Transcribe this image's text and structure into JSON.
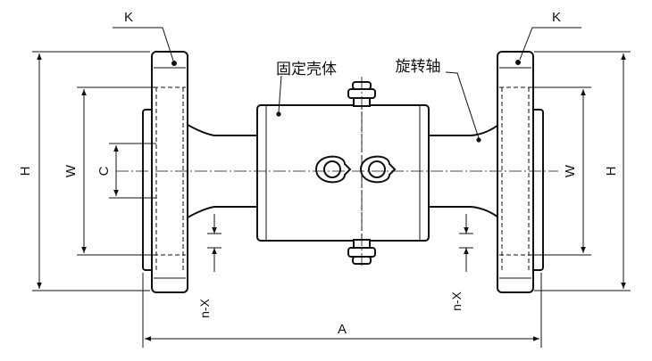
{
  "labels": {
    "k_left": "K",
    "k_right": "K",
    "fixed_housing": "固定壳体",
    "rotating_shaft": "旋转轴",
    "h_left": "H",
    "h_right": "H",
    "w_left": "W",
    "w_right": "W",
    "c": "C",
    "nx_left": "n-X",
    "nx_right": "n-X",
    "a": "A"
  },
  "colors": {
    "line": "#111111",
    "background": "#ffffff"
  }
}
